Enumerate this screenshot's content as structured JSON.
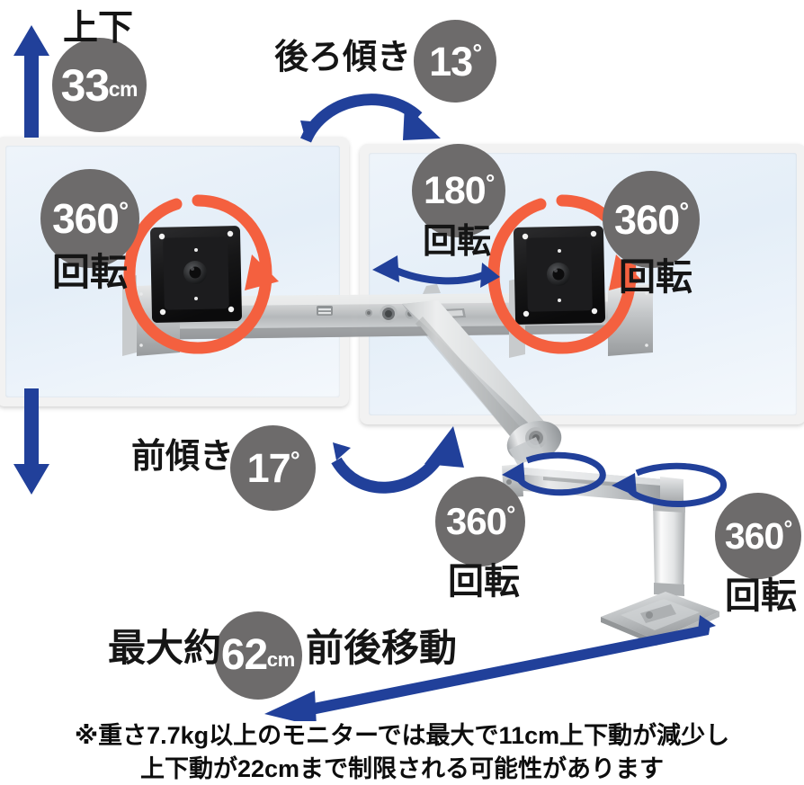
{
  "page": {
    "title": "モニターアーム可動範囲図",
    "bg_color": "#ffffff",
    "badge_color": "#6d6b6b",
    "arrow_blue": "#21409a",
    "arrow_navy": "#1b3a8c",
    "ring_red": "#f4603f",
    "text_color": "#151515"
  },
  "specs": {
    "height_adjust": {
      "label": "上下",
      "value": "33",
      "unit": "cm",
      "arrow": "vertical-double-arrow"
    },
    "tilt_back": {
      "label": "後ろ傾き",
      "value": "13",
      "unit": "°",
      "arrow": "curved-arrow-right-down"
    },
    "tilt_forward": {
      "label": "前傾き",
      "value": "17",
      "unit": "°",
      "arrow": "curved-arrow-right-up"
    },
    "rotate_left_monitor": {
      "value": "360",
      "unit": "°",
      "label": "回転"
    },
    "rotate_right_monitor": {
      "value": "360",
      "unit": "°",
      "label": "回転"
    },
    "pan_bar": {
      "value": "180",
      "unit": "°",
      "label": "回転",
      "arrow": "horizontal-double-arrow"
    },
    "rotate_joint": {
      "value": "360",
      "unit": "°",
      "label": "回転"
    },
    "rotate_base": {
      "value": "360",
      "unit": "°",
      "label": "回転"
    },
    "depth_travel": {
      "prefix": "最大約",
      "value": "62",
      "unit": "cm",
      "suffix": "前後移動",
      "arrow": "diagonal-arrow-down-left"
    }
  },
  "footnote": {
    "line1": "※重さ7.7kg以上のモニターでは最大で11cm上下動が減少し",
    "line2": "上下動が22cmまで制限される可能性があります"
  }
}
